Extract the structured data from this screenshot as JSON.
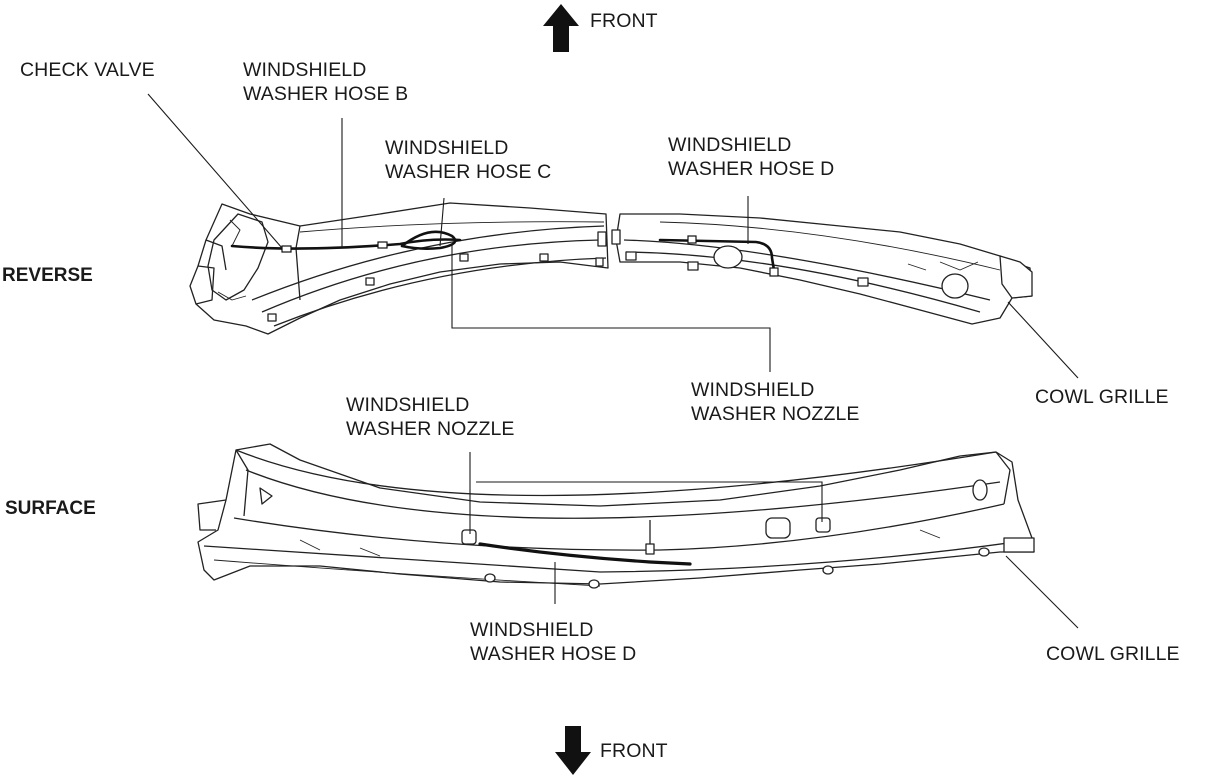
{
  "top_front": "FRONT",
  "bottom_front": "FRONT",
  "reverse_view": {
    "title": "REVERSE",
    "check_valve": "CHECK VALVE",
    "hose_b": [
      "WINDSHIELD",
      "WASHER HOSE B"
    ],
    "hose_c": [
      "WINDSHIELD",
      "WASHER HOSE C"
    ],
    "hose_d": [
      "WINDSHIELD",
      "WASHER HOSE D"
    ],
    "nozzle": [
      "WINDSHIELD",
      "WASHER NOZZLE"
    ],
    "cowl_grille": "COWL GRILLE"
  },
  "surface_view": {
    "title": "SURFACE",
    "nozzle": [
      "WINDSHIELD",
      "WASHER NOZZLE"
    ],
    "hose_d": [
      "WINDSHIELD",
      "WASHER HOSE D"
    ],
    "cowl_grille": "COWL GRILLE"
  }
}
